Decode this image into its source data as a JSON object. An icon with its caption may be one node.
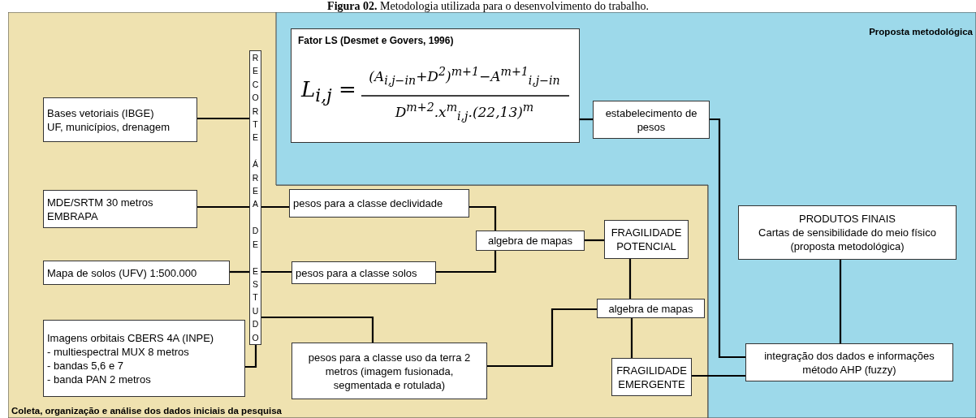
{
  "diagram": {
    "title": "**Figura 02.** Metodologia utilizada para o desenvolvimento do trabalho.",
    "nodes": [
      {
        "text": [
          "Coleta, organização e análise dos dados iniciais da pesquisa"
        ]
      },
      {
        "text": [
          "Proposta metodológica"
        ]
      },
      {
        "text": [
          "Fator LS (Desmet e Govers, 1996)",
          "L$_{i,j}$ =",
          "(A$_{i,j−in}$+D$^{2}$)$^{m+1}$−A$^{m+1}$$_{i,j−in}$",
          "D$^{m+2}$.x$^{m}$$_{i,j}$.(22,13)$^{m}$"
        ],
        "in": 1
      },
      {
        "text": [
          "estabelecimento de pesos"
        ],
        "in": 1
      },
      {
        "text": [
          "Bases vetoriais (IBGE) UF, municípios, drenagem"
        ],
        "in": 0
      },
      {
        "text": [
          "RECORTE ÁREA DE ESTUDO"
        ],
        "in": 0
      },
      {
        "text": [
          "MDE/SRTM 30 metros EMBRAPA"
        ],
        "in": 0
      },
      {
        "text": [
          "Mapa de solos (UFV) 1:500.000"
        ],
        "in": 0
      },
      {
        "text": [
          "Imagens orbitais CBERS 4A (INPE)",
          "- multiespectral MUX 8 metros",
          "- bandas 5,6 e 7",
          "- banda PAN 2 metros"
        ],
        "in": 0
      },
      {
        "text": [
          "pesos para a classe declividade"
        ],
        "in": 0
      },
      {
        "text": [
          "pesos para a classe solos"
        ],
        "in": 0
      },
      {
        "text": [
          "pesos para a classe uso da terra 2 metros (imagem fusionada, segmentada e rotulada)"
        ],
        "in": 0
      },
      {
        "text": [
          "algebra de mapas"
        ],
        "in": 0
      },
      {
        "text": [
          "FRAGILIDADE POTENCIAL"
        ],
        "in": 0
      },
      {
        "text": [
          "algebra de mapas"
        ],
        "in": 0
      },
      {
        "text": [
          "FRAGILIDADE EMERGENTE"
        ],
        "in": 0
      },
      {
        "text": [
          "PRODUTOS FINAIS",
          "Cartas de sensibilidade do meio físico (proposta metodológica)"
        ],
        "in": 1
      },
      {
        "text": [
          "integração dos dados e informações método AHP (fuzzy)"
        ],
        "in": 1
      }
    ],
    "edges": [
      {
        "from": 4,
        "to": 5,
        "arrow": "none"
      },
      {
        "from": 6,
        "to": 5,
        "arrow": "none"
      },
      {
        "from": 7,
        "to": 5,
        "arrow": "none"
      },
      {
        "from": 8,
        "to": 5,
        "arrow": "none"
      },
      {
        "from": 5,
        "to": 9,
        "arrow": "none"
      },
      {
        "from": 5,
        "to": 10,
        "arrow": "none"
      },
      {
        "from": 5,
        "to": 11,
        "arrow": "none"
      },
      {
        "from": 9,
        "to": 12,
        "arrow": "none"
      },
      {
        "from": 10,
        "to": 12,
        "arrow": "none"
      },
      {
        "from": 12,
        "to": 13,
        "arrow": "none"
      },
      {
        "from": 13,
        "to": 14,
        "arrow": "none"
      },
      {
        "from": 11,
        "to": 14,
        "arrow": "none"
      },
      {
        "from": 14,
        "to": 15,
        "arrow": "none"
      },
      {
        "from": 2,
        "to": 3,
        "arrow": "none"
      },
      {
        "from": 3,
        "to": 17,
        "arrow": "none"
      },
      {
        "from": 15,
        "to": 17,
        "arrow": "none"
      },
      {
        "from": 16,
        "to": 17,
        "arrow": "none"
      }
    ]
  }
}
